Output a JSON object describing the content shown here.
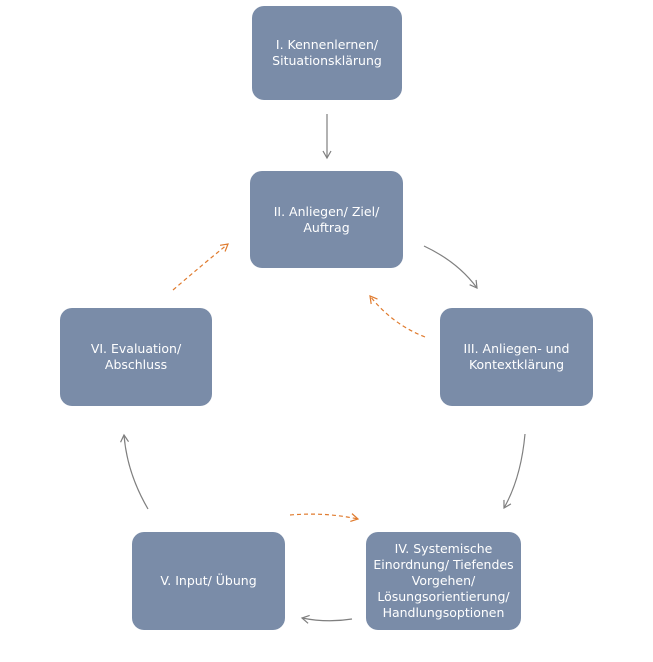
{
  "nodes": [
    {
      "id": "I",
      "lines": [
        "I. Kennenlernen/",
        "Situationsklärung"
      ]
    },
    {
      "id": "II",
      "lines": [
        "II. Anliegen/ Ziel/",
        "Auftrag"
      ]
    },
    {
      "id": "III",
      "lines": [
        "III. Anliegen- und",
        "Kontextklärung"
      ]
    },
    {
      "id": "IV",
      "lines": [
        "IV. Systemische",
        "Einordnung/ Tiefendes",
        "Vorgehen/",
        "Lösungsorientierung/",
        "Handlungsoptionen"
      ]
    },
    {
      "id": "V",
      "lines": [
        "V. Input/ Übung"
      ]
    },
    {
      "id": "VI",
      "lines": [
        "VI. Evaluation/",
        "Abschluss"
      ]
    }
  ],
  "colors": {
    "node_fill": "#7a8ca8",
    "node_text": "#ffffff",
    "solid_arrow": "#7f7f7f",
    "dashed_arrow": "#e07b2e"
  }
}
